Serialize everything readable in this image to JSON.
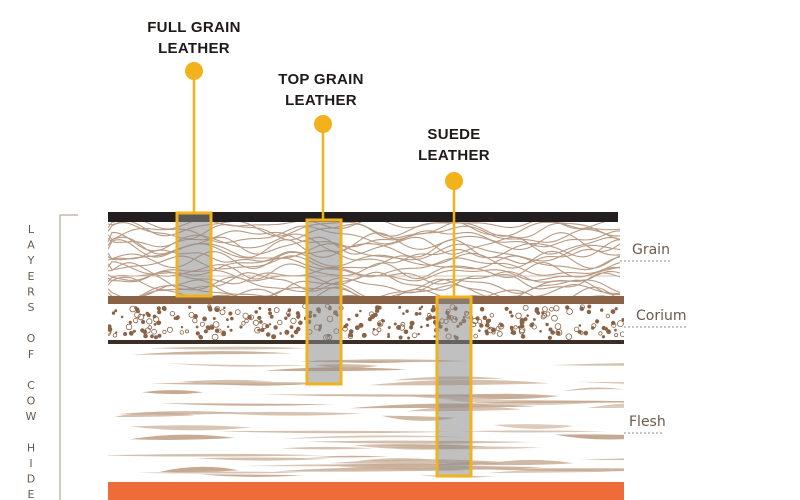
{
  "callouts": [
    {
      "id": "full-grain",
      "lines": [
        "FULL GRAIN",
        "LEATHER"
      ]
    },
    {
      "id": "top-grain",
      "lines": [
        "TOP GRAIN",
        "LEATHER"
      ]
    },
    {
      "id": "suede",
      "lines": [
        "SUEDE",
        "LEATHER"
      ]
    }
  ],
  "layers": {
    "grain": "Grain",
    "corium": "Corium",
    "flesh": "Flesh"
  },
  "side_label": "LAYERS OF COW HIDE",
  "colors": {
    "accent": "#f2b21c",
    "top_band": "#231f20",
    "corium_band": "#8a6246",
    "pattern": "#b89a83",
    "highlight_fill": "#8c8c8c",
    "bottom_band": "#ee6b3a"
  }
}
